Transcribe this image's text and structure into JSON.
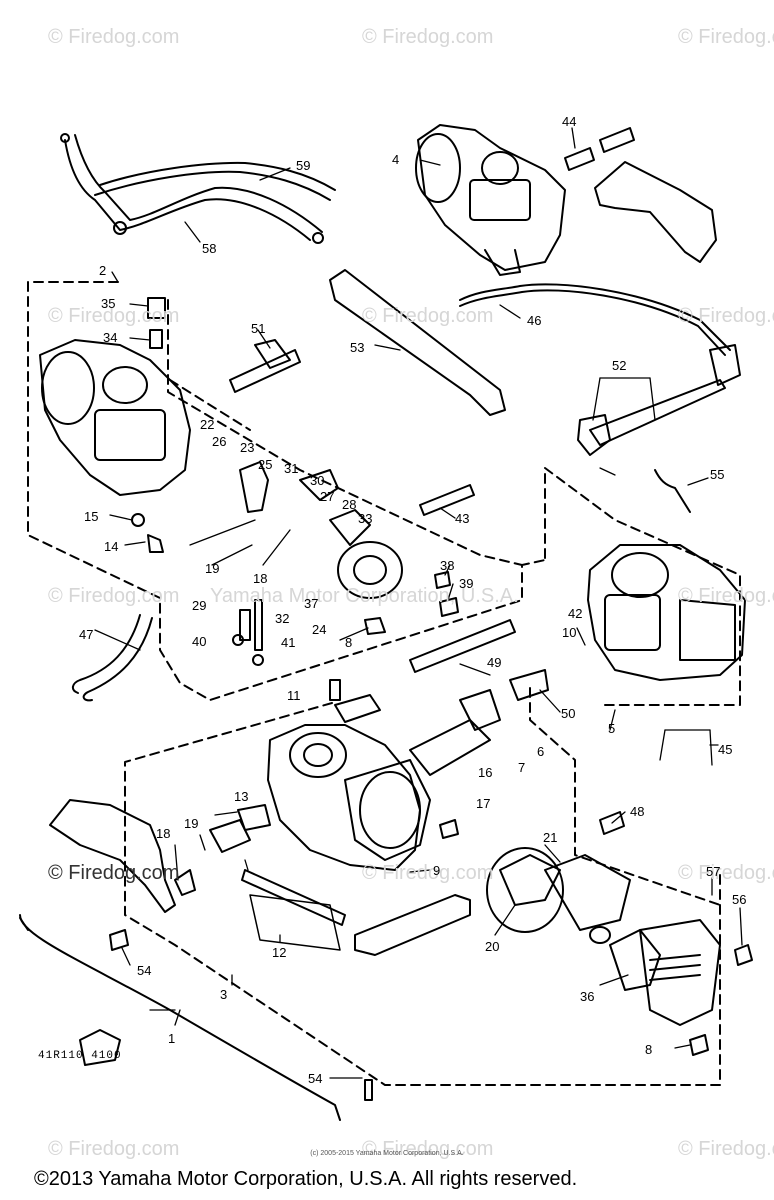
{
  "watermark": "© Firedog.com",
  "watermark_secondary": "Yamaha Motor Corporation, U.S.A.",
  "diagram_code": "41R110 4100",
  "fine_print": "(c) 2005-2015 Yamaha Motor Corporation, U.S.A.",
  "copyright": "©2013 Yamaha Motor Corporation, U.S.A. All rights reserved.",
  "callouts": {
    "n1": "1",
    "n2": "2",
    "n3": "3",
    "n4": "4",
    "n5": "5",
    "n6": "6",
    "n7": "7",
    "n8a": "8",
    "n8b": "8",
    "n9": "9",
    "n10": "10",
    "n11": "11",
    "n12": "12",
    "n13": "13",
    "n14": "14",
    "n15": "15",
    "n16": "16",
    "n17": "17",
    "n18a": "18",
    "n18b": "18",
    "n19a": "19",
    "n19b": "19",
    "n20": "20",
    "n21": "21",
    "n22": "22",
    "n23": "23",
    "n24": "24",
    "n25": "25",
    "n26": "26",
    "n27": "27",
    "n28": "28",
    "n29": "29",
    "n30": "30",
    "n31": "31",
    "n32": "32",
    "n33": "33",
    "n34": "34",
    "n35": "35",
    "n36": "36",
    "n37": "37",
    "n38": "38",
    "n39": "39",
    "n40": "40",
    "n41": "41",
    "n42": "42",
    "n43": "43",
    "n44": "44",
    "n45": "45",
    "n46": "46",
    "n47": "47",
    "n48": "48",
    "n49": "49",
    "n50": "50",
    "n51": "51",
    "n52": "52",
    "n53": "53",
    "n54a": "54",
    "n54b": "54",
    "n55": "55",
    "n56": "56",
    "n57": "57",
    "n58": "58",
    "n59": "59"
  },
  "colors": {
    "ink": "#000000",
    "watermark": "#d6d6d6"
  }
}
